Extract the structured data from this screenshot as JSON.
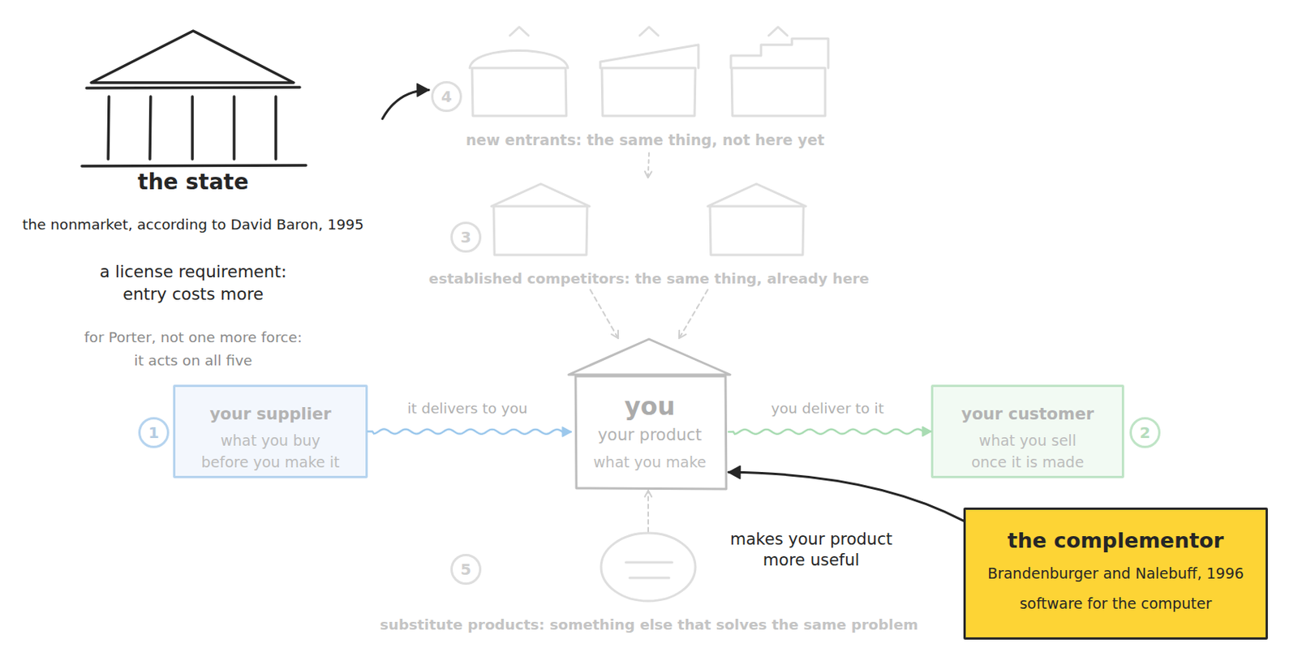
{
  "diagram": {
    "nodes": [
      {
        "text": [
          "the state",
          "the nonmarket, according to David Baron, 1995"
        ]
      },
      {
        "text": [
          "new entrants: the same thing, not here yet"
        ]
      },
      {
        "text": [
          "established competitors: the same thing, already here"
        ]
      },
      {
        "text": [
          "your supplier",
          "what you buy before you make it"
        ]
      },
      {
        "text": [
          "you",
          "your product",
          "what you make"
        ]
      },
      {
        "text": [
          "your customer",
          "what you sell once it is made"
        ]
      },
      {
        "text": [
          "substitute products: something else that solves the same problem"
        ]
      },
      {
        "text": [
          "the complementor",
          "Brandenburger and Nalebuff, 1996",
          "software for the computer"
        ]
      }
    ],
    "edges": [
      {
        "from": 0,
        "to": 1,
        "arrow": "to"
      },
      {
        "from": 1,
        "to": 2,
        "arrow": "to"
      },
      {
        "from": 2,
        "to": 4,
        "arrow": "to"
      },
      {
        "from": 2,
        "to": 4,
        "arrow": "to"
      },
      {
        "from": 3,
        "to": 4,
        "label": "it delivers to you",
        "arrow": "to"
      },
      {
        "from": 4,
        "to": 5,
        "label": "you deliver to it",
        "arrow": "to"
      },
      {
        "from": 6,
        "to": 4,
        "arrow": "to"
      },
      {
        "from": 7,
        "to": 4,
        "label": "makes your product more useful",
        "arrow": "to"
      }
    ],
    "labels": [
      "a license requirement: entry costs more",
      "for Porter, not one more force: it acts on all five",
      "4",
      "3",
      "1",
      "2",
      "5"
    ]
  }
}
